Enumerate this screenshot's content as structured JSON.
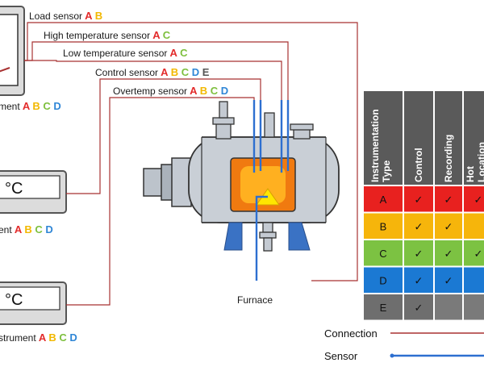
{
  "colors": {
    "A": "#e32b2b",
    "B": "#f2b800",
    "C": "#7dbf3d",
    "D": "#2f86d6",
    "E": "#555555",
    "connection_line": "#a83232",
    "sensor_line": "#2d6fd0",
    "header_bg": "#5a5a5a",
    "row_A": "#e8211f",
    "row_B": "#f6b50b",
    "row_C": "#7cc242",
    "row_D": "#1b79d3",
    "row_E": "#6e6e6e"
  },
  "sensors": [
    {
      "label": "Load sensor",
      "types": [
        "A",
        "B"
      ]
    },
    {
      "label": "High temperature sensor",
      "types": [
        "A",
        "C"
      ]
    },
    {
      "label": "Low temperature sensor",
      "types": [
        "A",
        "C"
      ]
    },
    {
      "label": "Control sensor",
      "types": [
        "A",
        "B",
        "C",
        "D",
        "E"
      ]
    },
    {
      "label": "Overtemp sensor",
      "types": [
        "A",
        "B",
        "C",
        "D"
      ]
    }
  ],
  "instruments": [
    {
      "label": "ment",
      "display": "",
      "types": [
        "A",
        "B",
        "C",
        "D"
      ]
    },
    {
      "label": "ent",
      "display": "°C",
      "types": [
        "A",
        "B",
        "C",
        "D"
      ]
    },
    {
      "label": "strument",
      "display": "°C",
      "types": [
        "A",
        "B",
        "C",
        "D"
      ]
    }
  ],
  "furnace_label": "Furnace",
  "table": {
    "headers": [
      "Instrumentation Type",
      "Control",
      "Recording",
      "Hot Location"
    ],
    "rows": [
      {
        "type": "A",
        "cells": [
          true,
          true,
          true
        ]
      },
      {
        "type": "B",
        "cells": [
          true,
          true,
          false
        ]
      },
      {
        "type": "C",
        "cells": [
          true,
          true,
          true
        ]
      },
      {
        "type": "D",
        "cells": [
          true,
          true,
          false
        ]
      },
      {
        "type": "E",
        "cells": [
          true,
          false,
          false
        ]
      }
    ],
    "check_glyph": "✓"
  },
  "legend": {
    "connection_label": "Connection",
    "sensor_label": "Sensor"
  }
}
